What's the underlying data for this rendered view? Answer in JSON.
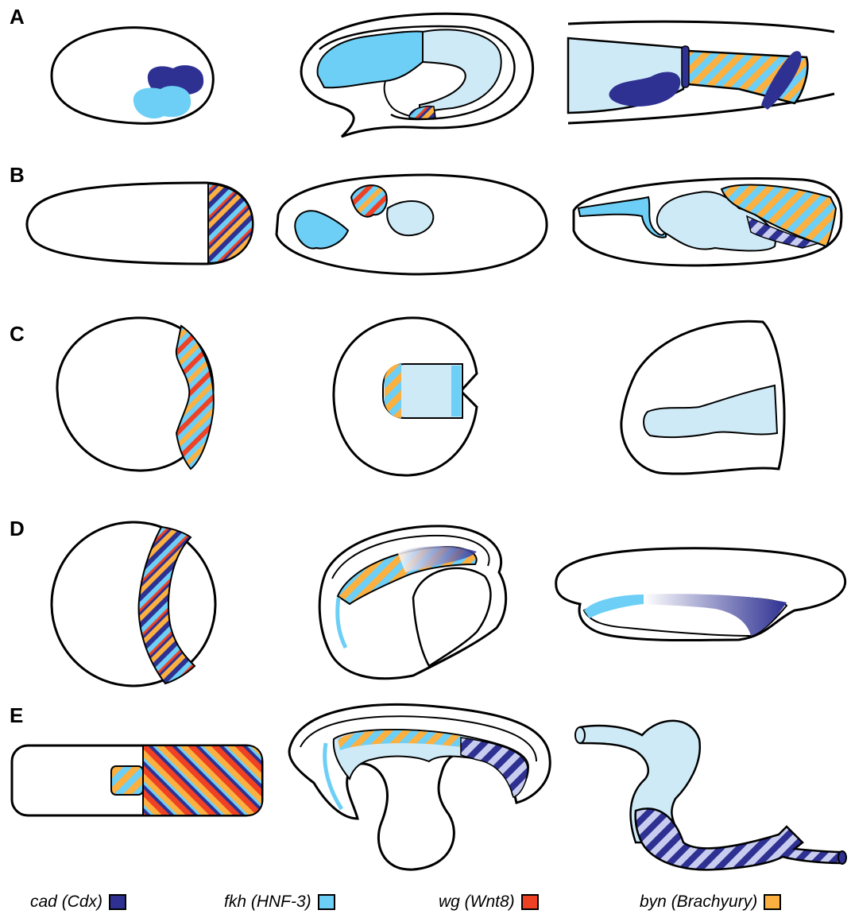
{
  "rows": [
    {
      "label": "A"
    },
    {
      "label": "B"
    },
    {
      "label": "C"
    },
    {
      "label": "D"
    },
    {
      "label": "E"
    }
  ],
  "legend": [
    {
      "label": "cad (Cdx)",
      "color": "#2e3192"
    },
    {
      "label": "fkh (HNF-3)",
      "color": "#6dcff6"
    },
    {
      "label": "wg (Wnt8)",
      "color": "#ef4123"
    },
    {
      "label": "byn (Brachyury)",
      "color": "#fbb040"
    }
  ],
  "colors": {
    "outline": "#000000",
    "light_fill": "#cfeaf7",
    "cad": "#2e3192",
    "fkh": "#6dcff6",
    "wg": "#ef4123",
    "byn": "#fbb040"
  }
}
